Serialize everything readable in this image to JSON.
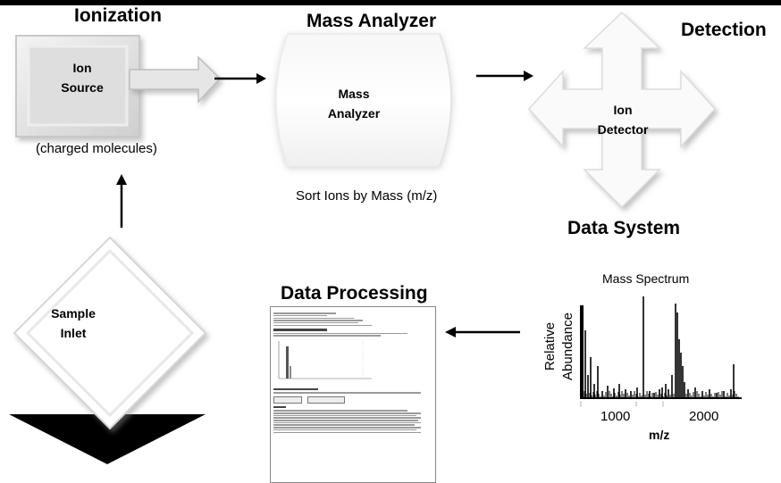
{
  "headings": {
    "ionization": "Ionization",
    "mass_analyzer": "Mass Analyzer",
    "detection": "Detection",
    "data_system": "Data System",
    "data_processing": "Data Processing"
  },
  "ion_source": {
    "line1": "Ion",
    "line2": "Source"
  },
  "charged_molecules": "(charged molecules)",
  "mass_analyzer_box": {
    "line1": "Mass",
    "line2": "Analyzer"
  },
  "sort_ions": "Sort Ions by Mass (m/z)",
  "ion_detector": {
    "line1": "Ion",
    "line2": "Detector"
  },
  "sample_inlet": {
    "line1": "Sample",
    "line2": "Inlet"
  },
  "spectrum": {
    "title": "Mass Spectrum",
    "ylabel_line1": "Relative",
    "ylabel_line2": "Abundance",
    "xlabel": "m/z",
    "tick_1000": "1000",
    "tick_2000": "2000"
  },
  "colors": {
    "box_fill": "#d9d9d9",
    "box_edge": "#b0b0b0",
    "arrow": "#000000"
  }
}
